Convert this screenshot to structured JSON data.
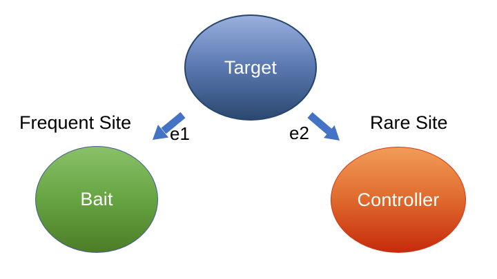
{
  "diagram": {
    "background_color": "#FFFFFF",
    "nodes": {
      "target": {
        "label": "Target",
        "shape": "ellipse",
        "fill_top": "#9AB0DD",
        "fill_mid": "#5B7AB2",
        "fill_bottom": "#2B4870",
        "border_color": "#26456F",
        "label_color": "#FFFFFF"
      },
      "bait": {
        "label": "Bait",
        "shape": "ellipse",
        "fill_top": "#8AC069",
        "fill_mid": "#67A643",
        "fill_bottom": "#4D7D27",
        "border_color": "#3F5E93",
        "label_color": "#FFFFFF"
      },
      "controller": {
        "label": "Controller",
        "shape": "ellipse",
        "fill_top": "#F29C59",
        "fill_mid": "#E06C2E",
        "fill_bottom": "#C62A0C",
        "border_color": "#D23715",
        "label_color": "#FFFFFF"
      }
    },
    "edges": [
      {
        "id": "e1",
        "label": "e1",
        "from": "Target",
        "to": "Bait",
        "arrow_color": "#4472C4",
        "site_annotation": "Frequent Site"
      },
      {
        "id": "e2",
        "label": "e2",
        "from": "Target",
        "to": "Controller",
        "arrow_color": "#4472C4",
        "site_annotation": "Rare Site"
      }
    ]
  }
}
